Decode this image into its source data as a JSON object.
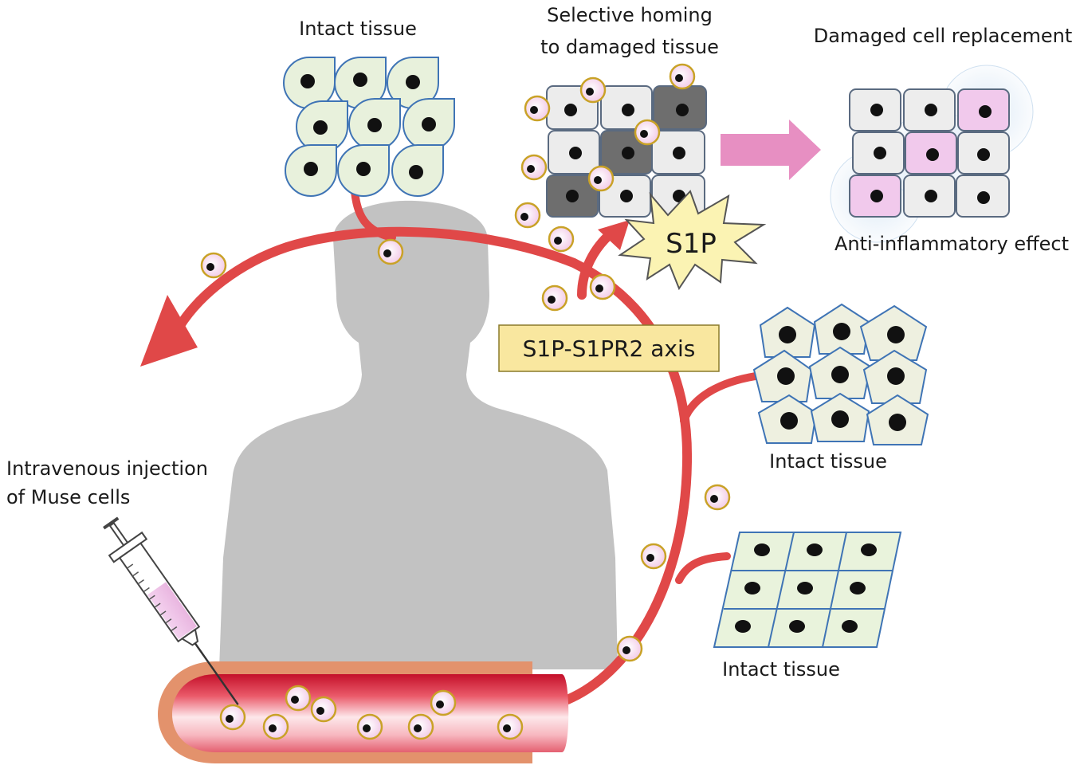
{
  "labels": {
    "intact_tissue_top": "Intact tissue",
    "homing_line1": "Selective homing",
    "homing_line2": "to damaged tissue",
    "replacement": "Damaged cell replacement",
    "anti_inflammatory": "Anti-inflammatory effect",
    "s1p": "S1P",
    "axis": "S1P-S1PR2 axis",
    "intact_tissue_mid": "Intact tissue",
    "intact_tissue_bottom": "Intact tissue",
    "injection_line1": "Intravenous injection",
    "injection_line2": "of Muse cells"
  },
  "colors": {
    "flow_arrow": "#e04848",
    "replacement_arrow": "#e78fc2",
    "silhouette": "#bdbdbd",
    "tissue_green": "#e8f1dc",
    "tissue_pentagon": "#eef0e0",
    "tissue_grid": "#e9f3dc",
    "cell_grey": "#ededed",
    "cell_damaged": "#6e6e6e",
    "cell_replaced": "#f1c9ec",
    "muse_ring": "#c9a227",
    "muse_fill": "#f6e3f2",
    "axis_box": "#f9e79f",
    "s1p_star": "#fbf3b3",
    "vessel_outer": "#e3926c"
  },
  "icons": [
    "human-silhouette-icon",
    "syringe-icon",
    "blood-vessel-icon",
    "muse-cell-icon",
    "burst-star-icon"
  ]
}
